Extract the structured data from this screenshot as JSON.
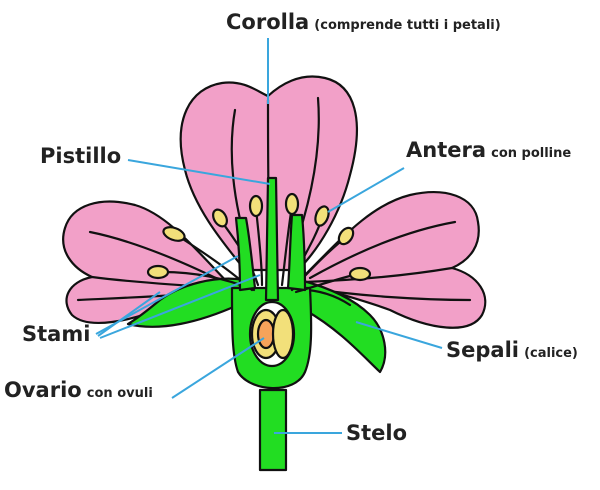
{
  "labels": {
    "corolla": {
      "main": "Corolla",
      "note": "(comprende tutti i petali)"
    },
    "pistillo": {
      "main": "Pistillo"
    },
    "antera": {
      "main": "Antera",
      "note": "con polline"
    },
    "stami": {
      "main": "Stami"
    },
    "sepali": {
      "main": "Sepali",
      "note": "(calice)"
    },
    "ovario": {
      "main": "Ovario",
      "note": "con ovuli"
    },
    "stelo": {
      "main": "Stelo"
    }
  },
  "colors": {
    "petal": "#f2a0c8",
    "petal_shadow": "#e58bb6",
    "green": "#22dd22",
    "anther": "#f2e07a",
    "ovary_inner": "#f6a35a",
    "leader": "#3aa6dd",
    "outline": "#111111"
  }
}
